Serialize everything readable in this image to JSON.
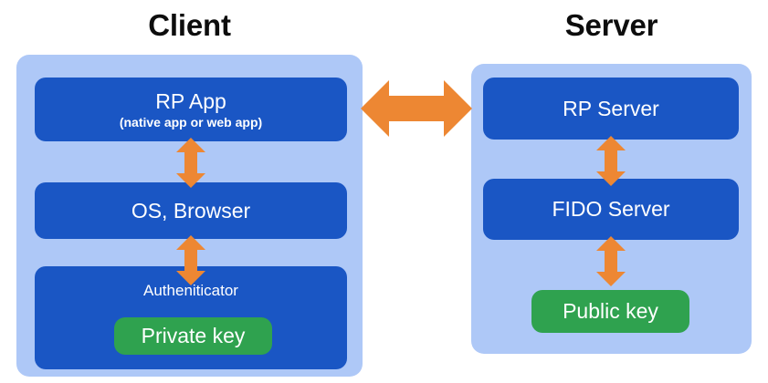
{
  "diagram": {
    "title_client": "Client",
    "title_server": "Server",
    "client": {
      "rp_app": {
        "title": "RP App",
        "subtitle": "(native app or web app)"
      },
      "os_browser": {
        "title": "OS, Browser"
      },
      "authenticator": {
        "title": "Autheniticator",
        "key": "Private key"
      }
    },
    "server": {
      "rp_server": {
        "title": "RP Server"
      },
      "fido_server": {
        "title": "FIDO Server"
      },
      "public_key": {
        "title": "Public key"
      }
    },
    "arrows": {
      "client_os": "bidirectional-vertical-arrow",
      "os_authenticator": "bidirectional-vertical-arrow",
      "rp_fido": "bidirectional-vertical-arrow",
      "fido_public_key": "bidirectional-vertical-arrow",
      "client_server": "bidirectional-horizontal-arrow"
    },
    "colors": {
      "panel_background": "#aec8f7",
      "box_blue": "#1a56c4",
      "key_green": "#2fa24f",
      "arrow_orange": "#ed8733",
      "text_white": "#ffffff",
      "title_black": "#0d0d0d",
      "page_background": "#ffffff"
    }
  }
}
